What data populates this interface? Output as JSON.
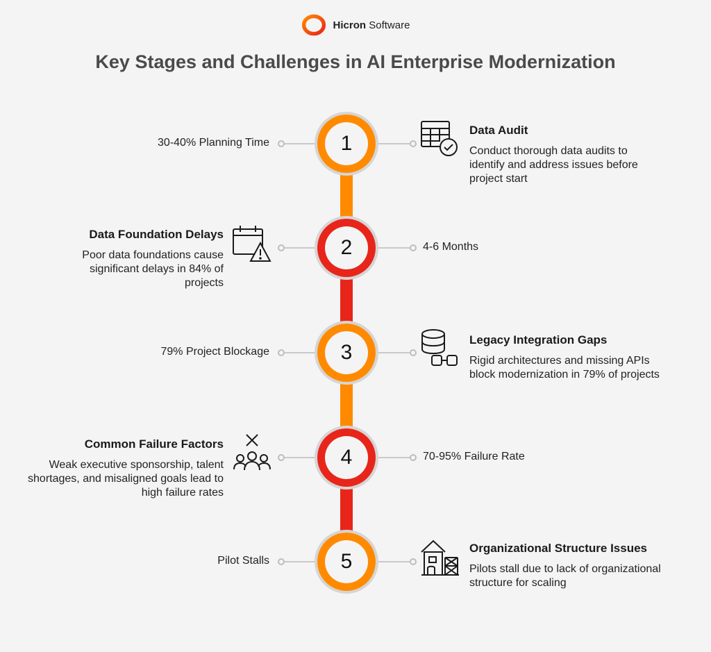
{
  "brand": {
    "name_bold": "Hicron",
    "name_rest": " Software"
  },
  "title": "Key Stages and Challenges in AI Enterprise Modernization",
  "colors": {
    "orange": "#ff8a00",
    "red": "#e8251a",
    "ring": "#d5d5d5"
  },
  "stages": [
    {
      "number": "1",
      "stat": "30-40% Planning Time",
      "heading": "Data Audit",
      "description": "Conduct thorough data audits to identify and address issues before project start",
      "icon": "table-check-icon"
    },
    {
      "number": "2",
      "stat": "4-6 Months",
      "heading": "Data Foundation Delays",
      "description": "Poor data foundations cause significant delays in 84% of projects",
      "icon": "calendar-warning-icon"
    },
    {
      "number": "3",
      "stat": "79% Project Blockage",
      "heading": "Legacy Integration Gaps",
      "description": "Rigid architectures and missing APIs block modernization in 79% of projects",
      "icon": "database-link-icon"
    },
    {
      "number": "4",
      "stat": "70-95% Failure Rate",
      "heading": "Common Failure Factors",
      "description": "Weak executive sponsorship, talent shortages, and misaligned goals lead to high failure rates",
      "icon": "team-failure-icon"
    },
    {
      "number": "5",
      "stat": "Pilot Stalls",
      "heading": "Organizational Structure Issues",
      "description": "Pilots stall due to lack of organizational structure for scaling",
      "icon": "building-scaffold-icon"
    }
  ]
}
